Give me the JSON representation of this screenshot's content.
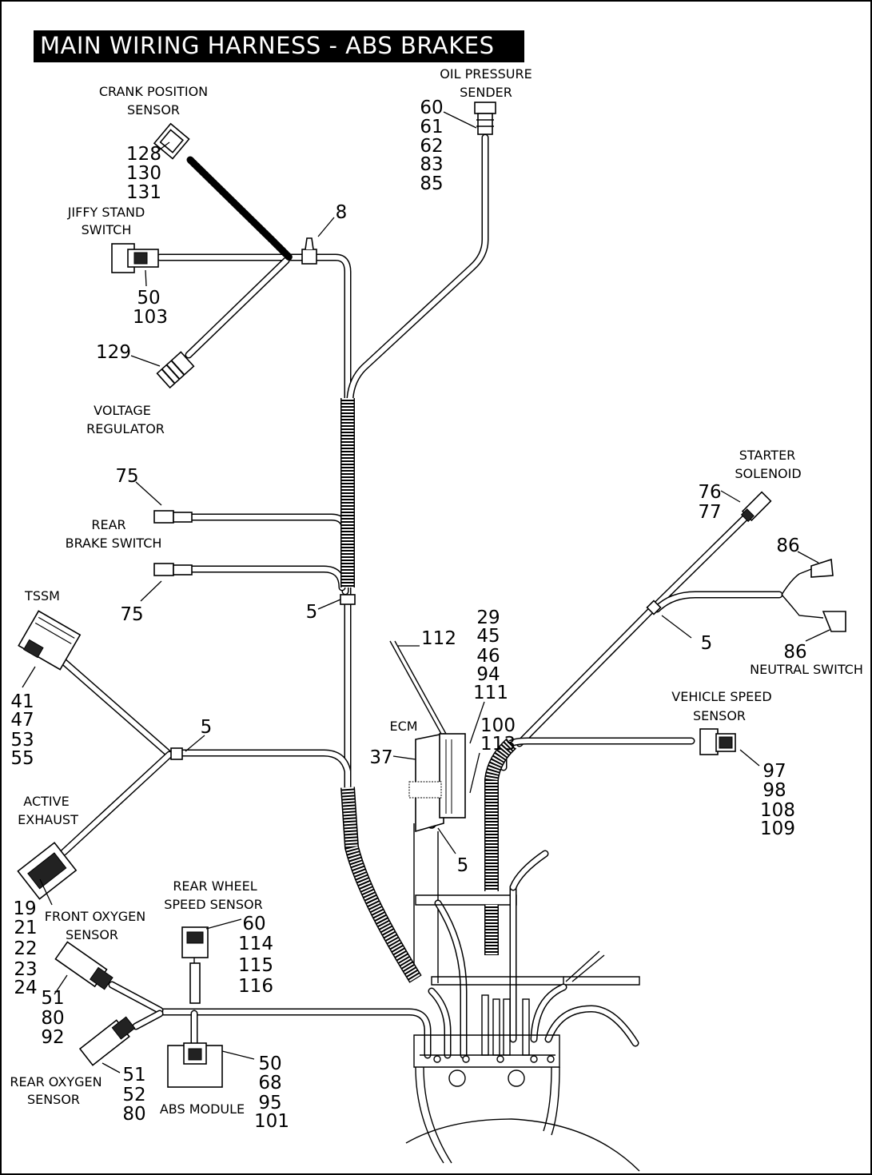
{
  "title": "MAIN WIRING HARNESS - ABS BRAKES",
  "labels": {
    "crank_position_sensor": [
      "CRANK POSITION",
      "SENSOR"
    ],
    "oil_pressure_sender": [
      "OIL PRESSURE",
      "SENDER"
    ],
    "jiffy_stand_switch": [
      "JIFFY STAND",
      "SWITCH"
    ],
    "voltage_regulator": [
      "VOLTAGE",
      "REGULATOR"
    ],
    "rear_brake_switch": [
      "REAR",
      "BRAKE SWITCH"
    ],
    "tssm": [
      "TSSM"
    ],
    "active_exhaust": [
      "ACTIVE",
      "EXHAUST"
    ],
    "front_oxygen_sensor": [
      "FRONT OXYGEN",
      "SENSOR"
    ],
    "rear_wheel_speed_sensor": [
      "REAR WHEEL",
      "SPEED SENSOR"
    ],
    "rear_oxygen_sensor": [
      "REAR OXYGEN",
      "SENSOR"
    ],
    "abs_module": [
      "ABS MODULE"
    ],
    "ecm": [
      "ECM"
    ],
    "starter_solenoid": [
      "STARTER",
      "SOLENOID"
    ],
    "neutral_switch": [
      "NEUTRAL SWITCH"
    ],
    "vehicle_speed_sensor": [
      "VEHICLE SPEED",
      "SENSOR"
    ]
  },
  "callouts": {
    "crank": [
      "128",
      "130",
      "131"
    ],
    "oil": [
      "60",
      "61",
      "62",
      "83",
      "85"
    ],
    "clip_top": [
      "8"
    ],
    "jiffy": [
      "50",
      "103"
    ],
    "voltage": [
      "129"
    ],
    "brake_upper": [
      "75"
    ],
    "brake_lower": [
      "75"
    ],
    "clip_brake": [
      "5"
    ],
    "tssm": [
      "41",
      "47",
      "53",
      "55"
    ],
    "clip_tssm": [
      "5"
    ],
    "active_exhaust": [
      "19",
      "21",
      "22",
      "23",
      "24"
    ],
    "front_oxygen": [
      "51",
      "80",
      "92"
    ],
    "rear_wheel": [
      "60",
      "114",
      "115",
      "116"
    ],
    "rear_oxygen": [
      "51",
      "52",
      "80"
    ],
    "abs_module": [
      "50",
      "68",
      "95",
      "101"
    ],
    "ecm_item": [
      "37"
    ],
    "ecm_strap": [
      "112"
    ],
    "ecm_group": [
      "29",
      "45",
      "46",
      "94",
      "111"
    ],
    "ecm_group2": [
      "100",
      "113"
    ],
    "clip_ecm": [
      "5"
    ],
    "starter": [
      "76",
      "77"
    ],
    "neutral_upper": [
      "86"
    ],
    "neutral_lower": [
      "86"
    ],
    "clip_starter": [
      "5"
    ],
    "vss": [
      "97",
      "98",
      "108",
      "109"
    ]
  }
}
